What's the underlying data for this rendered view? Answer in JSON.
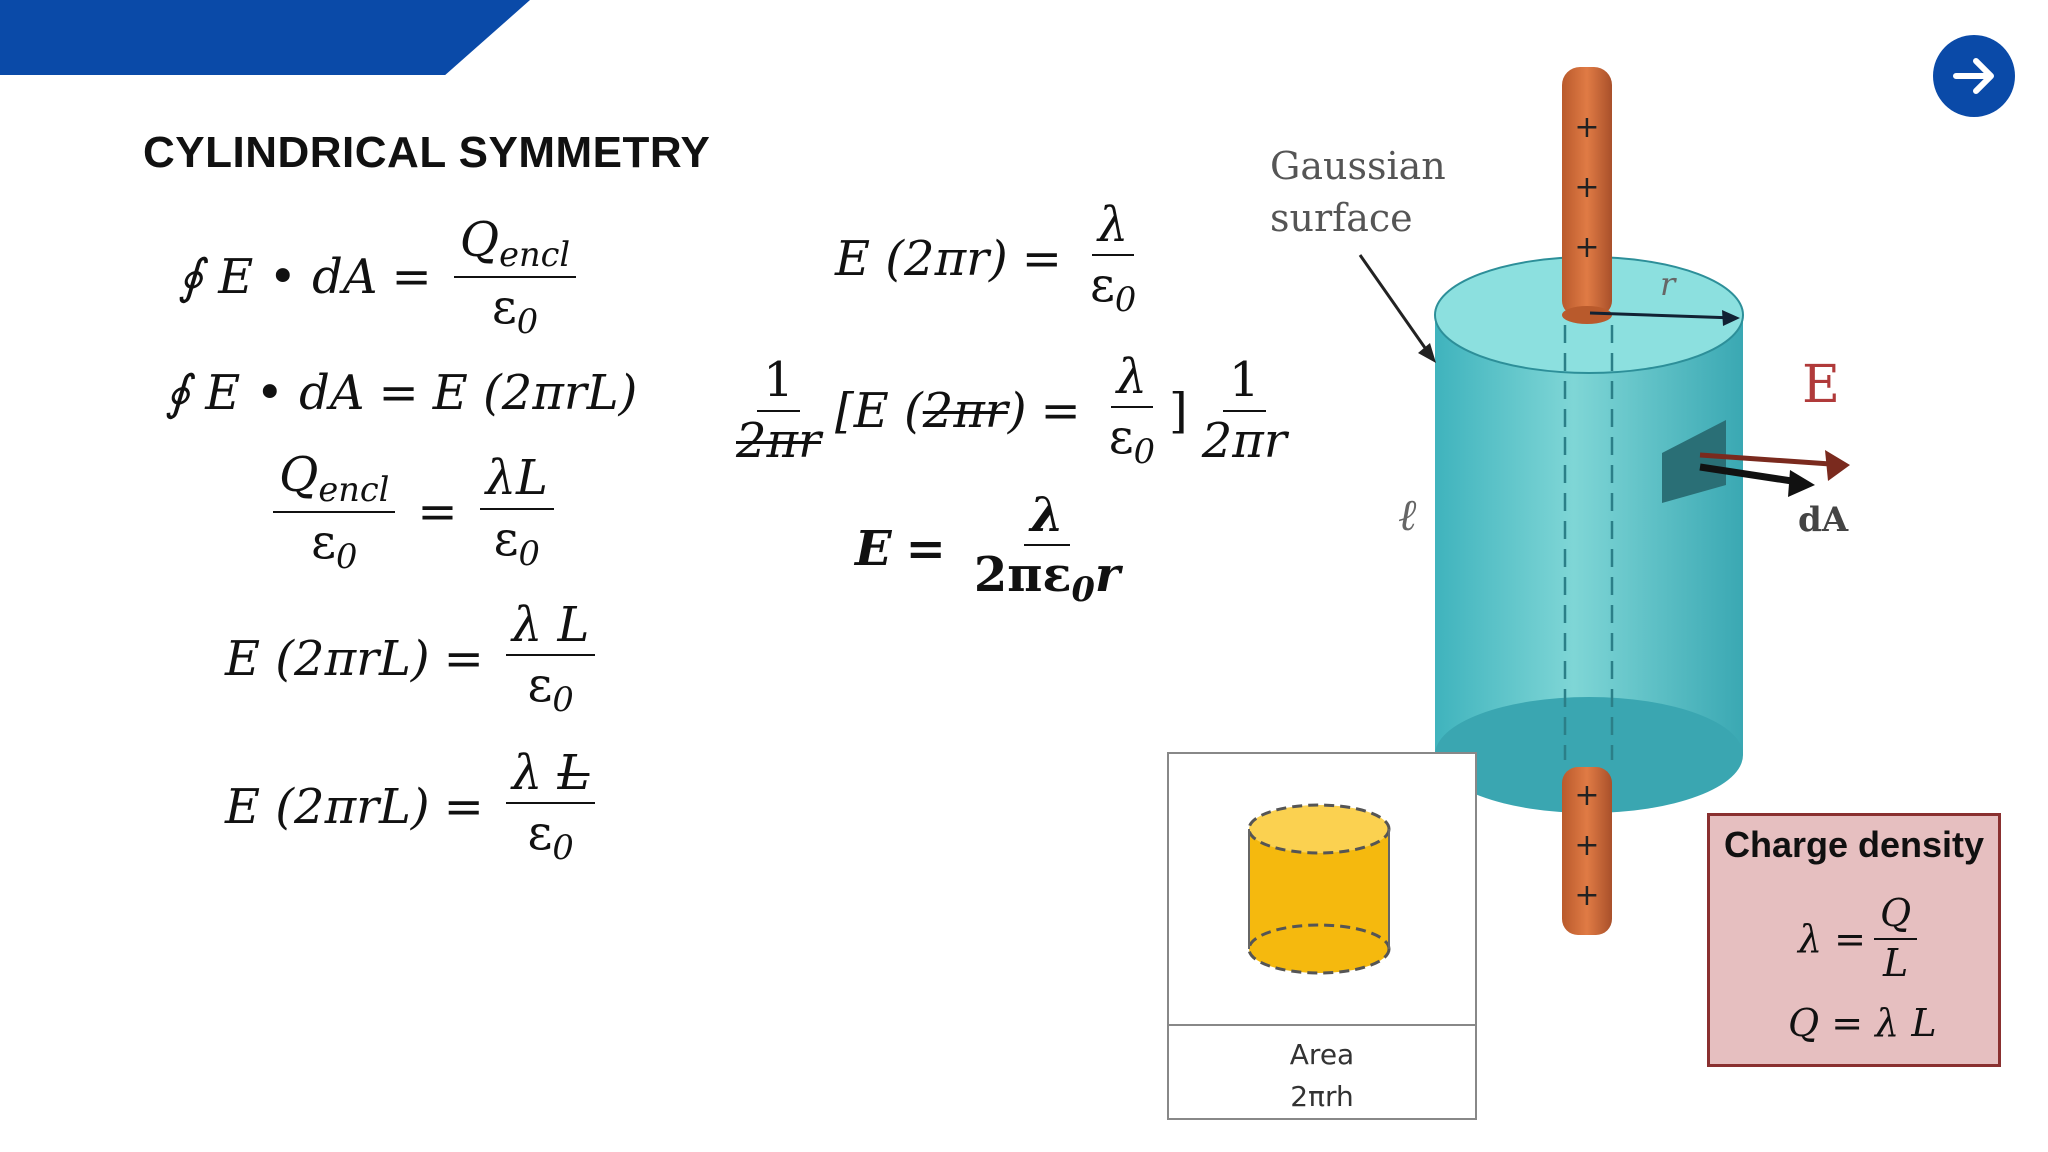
{
  "slide": {
    "title": "CYLINDRICAL SYMMETRY",
    "accent_color": "#0a4aa8",
    "next_icon": "arrow-right-icon"
  },
  "left_equations": [
    {
      "lhs": "∮ E • dA",
      "op": "=",
      "num": "Q",
      "num_sub": "encl",
      "den": "ε",
      "den_sub": "0"
    },
    {
      "lhs": "∮ E • dA",
      "op": "=",
      "rhs": "E (2πrL)"
    },
    {
      "lhs_num": "Q",
      "lhs_num_sub": "encl",
      "lhs_den": "ε",
      "lhs_den_sub": "0",
      "op": "=",
      "num": "λL",
      "den": "ε",
      "den_sub": "0"
    },
    {
      "lhs": "E (2πrL)",
      "op": "=",
      "num": "λ L",
      "den": "ε",
      "den_sub": "0"
    },
    {
      "lhs": "E (2πrL)",
      "op": "=",
      "num": "λ",
      "num_strike": "L",
      "den": "ε",
      "den_sub": "0"
    }
  ],
  "right_equations": [
    {
      "lhs": "E (2πr)",
      "op": "=",
      "num": "λ",
      "den": "ε",
      "den_sub": "0"
    },
    {
      "pre_num": "1",
      "pre_den": "2πr",
      "bracket_open": "[E (",
      "strike": "2πr",
      "bracket_mid": ")",
      "op": "=",
      "num": "λ",
      "den": "ε",
      "den_sub": "0",
      "bracket_close": "]",
      "post_num": "1",
      "post_den": "2πr"
    },
    {
      "lhs": "E",
      "op": "=",
      "num": "λ",
      "den": "2πε",
      "den_sub": "0",
      "den_tail": "r"
    }
  ],
  "figure": {
    "gaussian_label": [
      "Gaussian",
      "surface"
    ],
    "radius_label": "r",
    "length_label": "ℓ",
    "field_label": "E",
    "area_vector_label": "dA",
    "charge_signs": [
      "+",
      "+",
      "+",
      "+",
      "+",
      "+"
    ]
  },
  "area_inset": {
    "line1": "Area",
    "line2": "2πrh"
  },
  "charge_density": {
    "title": "Charge density",
    "eq1_lhs": "λ =",
    "eq1_num": "Q",
    "eq1_den": "L",
    "eq2": "Q = λ L"
  }
}
